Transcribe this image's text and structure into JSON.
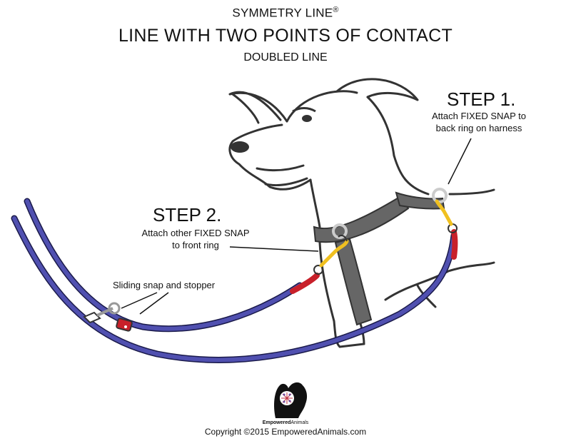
{
  "header": {
    "brand_line": "SYMMETRY LINE",
    "brand_mark": "®",
    "title": "LINE WITH TWO POINTS OF CONTACT",
    "subtitle": "DOUBLED LINE"
  },
  "steps": {
    "step1": {
      "heading": "STEP 1.",
      "line1": "Attach FIXED SNAP to",
      "line2": "back ring on harness"
    },
    "step2": {
      "heading": "STEP 2.",
      "line1": "Attach other FIXED SNAP",
      "line2": "to front ring"
    }
  },
  "callouts": {
    "sliding": "Sliding snap and stopper"
  },
  "footer": {
    "logo_brand_bold": "Empowered",
    "logo_brand_rest": "Animals",
    "copyright": "Copyright ©2015 EmpoweredAnimals.com"
  },
  "colors": {
    "leash": "#5050b0",
    "leash_edge": "#1a1a4a",
    "stopper": "#c8202a",
    "snap": "#f0c020",
    "harness": "#666666",
    "dog_outline": "#333333"
  },
  "icons": [
    "dog-head-logo-icon",
    "fixed-snap-icon",
    "sliding-snap-icon",
    "stopper-icon"
  ]
}
